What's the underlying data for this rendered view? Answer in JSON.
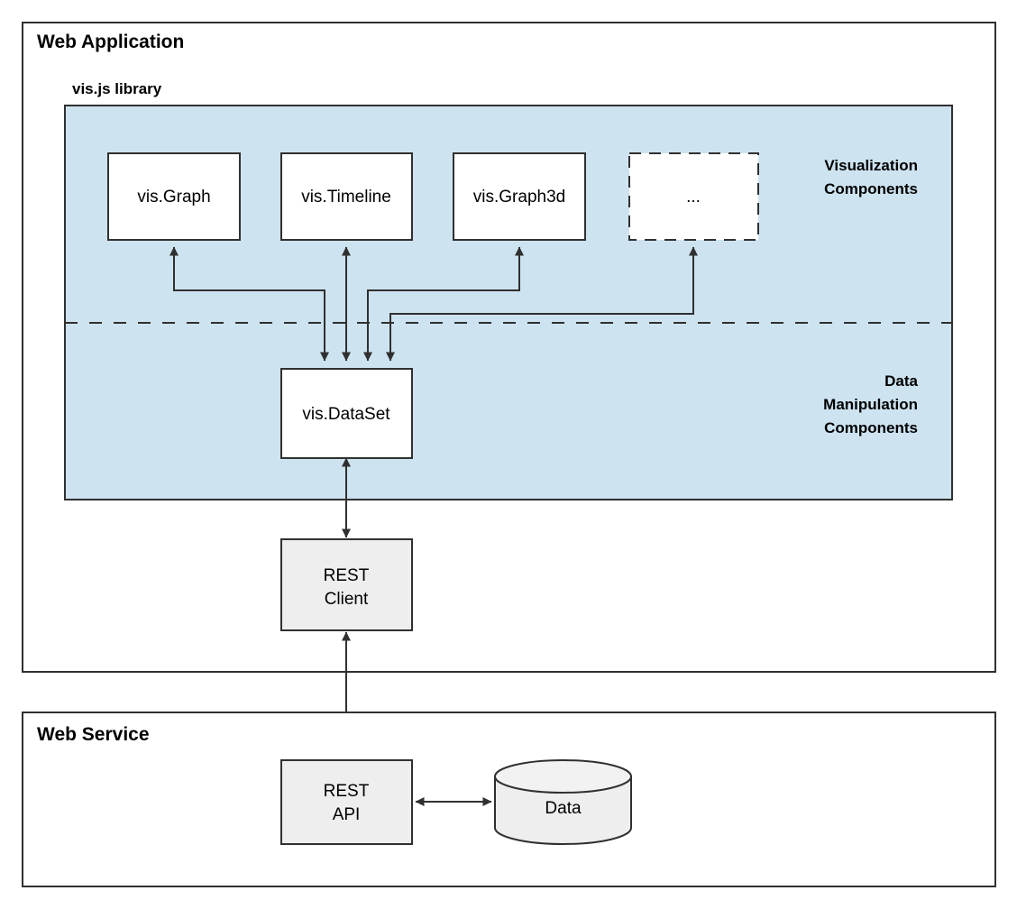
{
  "diagram": {
    "type": "architecture-block-diagram",
    "background": "#ffffff",
    "colors": {
      "panel_fill": "#cde3f0",
      "node_fill": "#ffffff",
      "gray_node_fill": "#eeeeee",
      "stroke": "#303030"
    }
  },
  "web_application": {
    "title": "Web Application",
    "library": {
      "title": "vis.js library",
      "zones": [
        {
          "label_line1": "Visualization",
          "label_line2": "Components"
        },
        {
          "label_line1": "Data",
          "label_line2": "Manipulation",
          "label_line3": "Components"
        }
      ],
      "visualization_components": [
        {
          "label": "vis.Graph",
          "style": "solid"
        },
        {
          "label": "vis.Timeline",
          "style": "solid"
        },
        {
          "label": "vis.Graph3d",
          "style": "solid"
        },
        {
          "label": "...",
          "style": "dashed"
        }
      ],
      "data_components": [
        {
          "label": "vis.DataSet",
          "style": "solid"
        }
      ]
    },
    "rest_client": {
      "label_line1": "REST",
      "label_line2": "Client"
    }
  },
  "web_service": {
    "title": "Web Service",
    "rest_api": {
      "label_line1": "REST",
      "label_line2": "API"
    },
    "datastore": {
      "label": "Data",
      "shape": "cylinder"
    }
  },
  "connections": [
    {
      "from": "vis.Graph",
      "to": "vis.DataSet",
      "arrows": "both"
    },
    {
      "from": "vis.Timeline",
      "to": "vis.DataSet",
      "arrows": "both"
    },
    {
      "from": "vis.Graph3d",
      "to": "vis.DataSet",
      "arrows": "both"
    },
    {
      "from": "...",
      "to": "vis.DataSet",
      "arrows": "both"
    },
    {
      "from": "vis.DataSet",
      "to": "REST Client",
      "arrows": "both"
    },
    {
      "from": "REST Client",
      "to": "REST API",
      "arrows": "both"
    },
    {
      "from": "REST API",
      "to": "Data",
      "arrows": "both"
    }
  ]
}
